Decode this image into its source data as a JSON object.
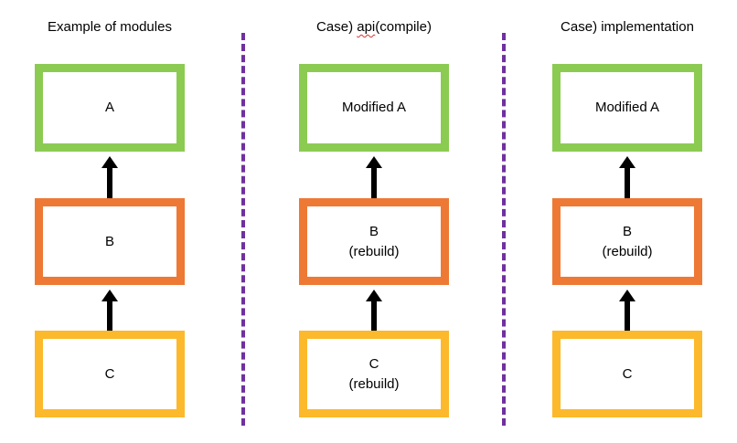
{
  "colors": {
    "box_a_border": "#8ccb52",
    "box_b_border": "#ed7935",
    "box_c_border": "#fcb92b",
    "divider": "#7030a0",
    "arrow": "#000000",
    "spellcheck_underline": "#d9322c"
  },
  "columns": [
    {
      "title": "Example of modules",
      "box_a": "A",
      "box_b": "B",
      "box_c": "C"
    },
    {
      "title_prefix": "Case) ",
      "title_misspelled": "api",
      "title_suffix": "(compile)",
      "box_a": "Modified A",
      "box_b": "B\n(rebuild)",
      "box_c": "C\n(rebuild)"
    },
    {
      "title": "Case) implementation",
      "box_a": "Modified A",
      "box_b": "B\n(rebuild)",
      "box_c": "C"
    }
  ],
  "edges": [
    {
      "from": "B",
      "to": "A",
      "direction": "up"
    },
    {
      "from": "C",
      "to": "B",
      "direction": "up"
    }
  ]
}
